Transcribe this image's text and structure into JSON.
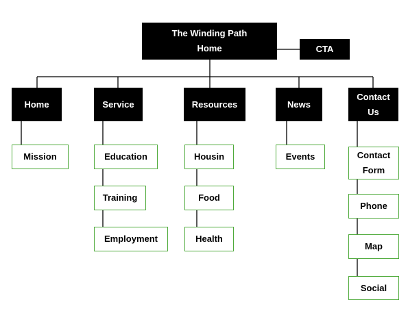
{
  "diagram": {
    "root": {
      "label": "The Winding Path\nHome"
    },
    "cta": {
      "label": "CTA"
    },
    "sections": [
      {
        "label": "Home",
        "children": [
          "Mission"
        ]
      },
      {
        "label": "Service",
        "children": [
          "Education",
          "Training",
          "Employment"
        ]
      },
      {
        "label": "Resources",
        "children": [
          "Housin",
          "Food",
          "Health"
        ]
      },
      {
        "label": "News",
        "children": [
          "Events"
        ]
      },
      {
        "label": "Contact\nUs",
        "children": [
          "Contact\nForm",
          "Phone",
          "Map",
          "Social"
        ]
      }
    ]
  }
}
